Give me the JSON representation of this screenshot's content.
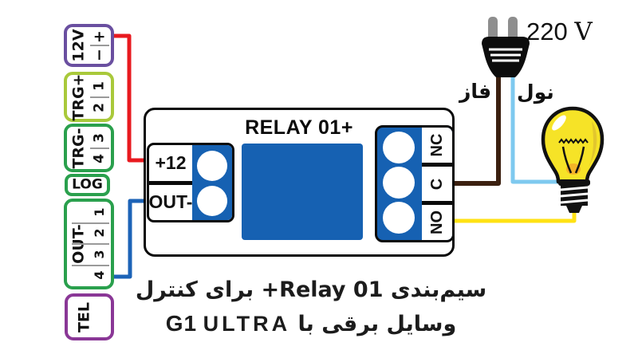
{
  "connector_blocks": [
    {
      "label": "12V",
      "pins": [
        "+",
        "−"
      ]
    },
    {
      "label": "TRG+",
      "pins": [
        "1",
        "2"
      ]
    },
    {
      "label": "TRG-",
      "pins": [
        "3",
        "4"
      ]
    },
    {
      "label": "LOG",
      "pins": []
    },
    {
      "label": "OUT-",
      "pins": [
        "1",
        "2",
        "3",
        "4"
      ]
    },
    {
      "label": "TEL",
      "pins": []
    }
  ],
  "relay_module": {
    "title": "RELAY 01+",
    "left_terminals": [
      {
        "label": "+12"
      },
      {
        "label": "OUT-"
      }
    ],
    "right_terminals": [
      {
        "label": "NC"
      },
      {
        "label": "C"
      },
      {
        "label": "NO"
      }
    ]
  },
  "power": {
    "voltage": "220",
    "unit": "V",
    "phase_label": "فاز",
    "neutral_label": "نول"
  },
  "caption": {
    "line1": "سیم‌بندی Relay 01+ برای کنترل",
    "line2_prefix": "وسایل برقی با",
    "brand_g1": "G1",
    "brand_ultra": "ULTRA"
  },
  "colors": {
    "purple_12v": "#6A4FA0",
    "lime_trg_plus": "#A9C93B",
    "green": "#2AA04D",
    "purple_tel": "#8A3796",
    "wire_red": "#E8191F",
    "wire_blue": "#1C63B7",
    "wire_brown": "#3B2010",
    "wire_lightblue": "#7EC9EF",
    "wire_yellow": "#FFE214",
    "relay_blue": "#1661B2",
    "bulb_yellow": "#F6E327",
    "prong_gray": "#8E8E8E"
  }
}
